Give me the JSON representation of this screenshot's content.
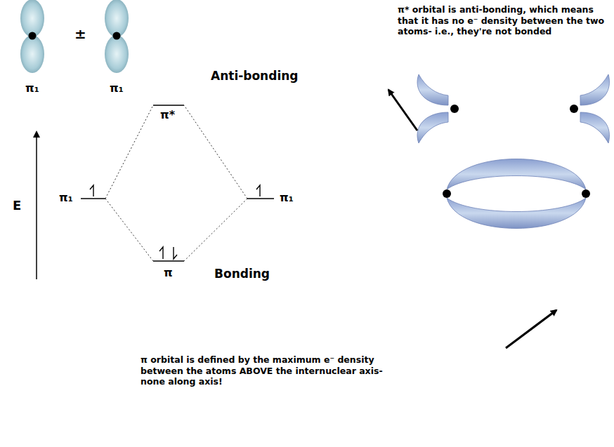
{
  "diagram": {
    "labels": [
      "π* orbital is anti-bonding, which means that it has no e⁻ density between the two atoms- i.e., they're not bonded",
      "±",
      "π₁",
      "π₁",
      "Anti-bonding",
      "π*",
      "E",
      "π₁",
      "π₁",
      "π",
      "Bonding",
      "π orbital is defined by the maximum e⁻ density between the atoms ABOVE the internuclear axis- none along axis!"
    ]
  }
}
